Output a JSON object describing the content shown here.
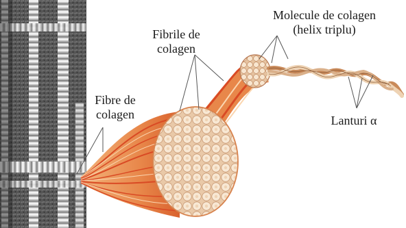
{
  "labels": {
    "fibre": {
      "line1": "Fibre de",
      "line2": "colagen"
    },
    "fibrile": {
      "line1": "Fibrile de",
      "line2": "colagen"
    },
    "molecule": {
      "line1": "Molecule de colagen",
      "line2": "(helix triplu)"
    },
    "lanturi": {
      "text": "Lanturi α"
    }
  },
  "colors": {
    "fiber_orange": "#e8874a",
    "fiber_red": "#d94a24",
    "fibril_cream": "#f6e2c8",
    "micrograph_dark": "#3a3a3a",
    "micrograph_light": "#d8d8d8",
    "leader_line": "#555555"
  }
}
